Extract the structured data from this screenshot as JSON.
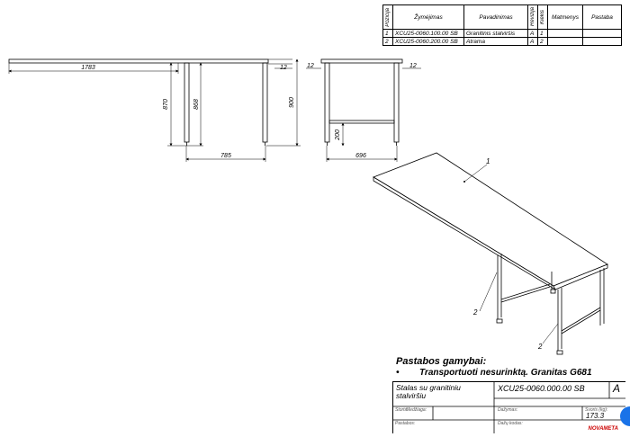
{
  "bom": {
    "headers": {
      "pozicija": "Pozicija",
      "zymejimas": "Žymėjimas",
      "pavadinimas": "Pavadinimas",
      "revizija": "Revizija",
      "kiekis": "Kiekis",
      "medziaga": "Matmenys",
      "pastaba": "Pastaba"
    },
    "rows": [
      {
        "poz": "1",
        "zym": "XCU25-0060.100.00 SB",
        "pav": "Granitinis stalviršis",
        "rev": "A",
        "kiek": "1"
      },
      {
        "poz": "2",
        "zym": "XCU25-0060.200.00 SB",
        "pav": "Atrama",
        "rev": "A",
        "kiek": "2"
      }
    ]
  },
  "dims": {
    "length": "1783",
    "thk_left": "12",
    "leg_h1": "870",
    "leg_h2": "868",
    "total_h": "900",
    "leg_span": "785",
    "side_thk_l": "12",
    "side_thk_r": "12",
    "rail_h": "200",
    "depth": "696"
  },
  "iso": {
    "callout1": "1",
    "callout2a": "2",
    "callout2b": "2"
  },
  "notes": {
    "title": "Pastabos gamybai:",
    "bullet": "•",
    "line": "Transportuoti nesurinktą.  Granitas G681"
  },
  "title_block": {
    "name": "Stalas su granitiniu stalviršiu",
    "number": "XCU25-0060.000.00 SB",
    "rev": "A",
    "storis": "Storis:",
    "medziaga": "Medžiaga:",
    "dazymas": "Dažymas:",
    "svoris_label": "Svoris (kg):",
    "svoris": "173.3",
    "pastabos": "Pastabos:",
    "dazu_kodas": "Dažų kodas:",
    "logo": "NOVAMETA"
  }
}
